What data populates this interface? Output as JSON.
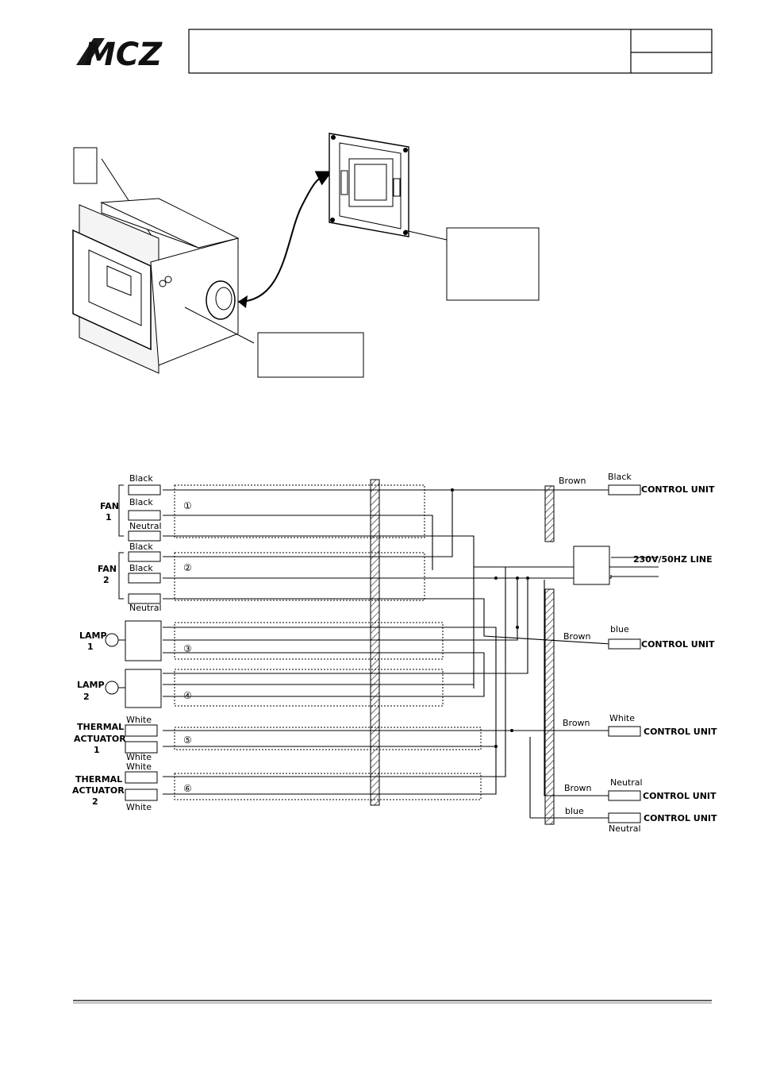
{
  "header": {
    "logo": "MCZ"
  },
  "fan1": {
    "title": "FAN",
    "num": "1",
    "w1": "Black",
    "w2": "Black",
    "w3": "Neutral"
  },
  "fan2": {
    "title": "FAN",
    "num": "2",
    "w1": "Black",
    "w2": "Black",
    "w3": "Neutral"
  },
  "lamp1": {
    "title": "LAMP",
    "num": "1"
  },
  "lamp2": {
    "title": "LAMP",
    "num": "2"
  },
  "act1": {
    "title1": "THERMAL",
    "title2": "ACTUATOR",
    "num": "1",
    "w1": "White",
    "w2": "White"
  },
  "act2": {
    "title1": "THERMAL",
    "title2": "ACTUATOR",
    "num": "2",
    "w1": "White",
    "w2": "White"
  },
  "groups": [
    "①",
    "②",
    "③",
    "④",
    "⑤",
    "⑥"
  ],
  "right": {
    "r1_wire": "Brown",
    "r1_term": "Black",
    "r1_dest": "CONTROL UNIT",
    "line": "230V/50HZ LINE",
    "r3_wire": "Brown",
    "r3_term": "blue",
    "r3_dest": "CONTROL UNIT",
    "r4_wire": "Brown",
    "r4_term": "White",
    "r4_dest": "CONTROL UNIT",
    "r5_wire": "Brown",
    "r5_term": "Neutral",
    "r5_dest": "CONTROL UNIT",
    "r6_wire": "blue",
    "r6_term": "Neutral",
    "r6_dest": "CONTROL UNIT"
  }
}
